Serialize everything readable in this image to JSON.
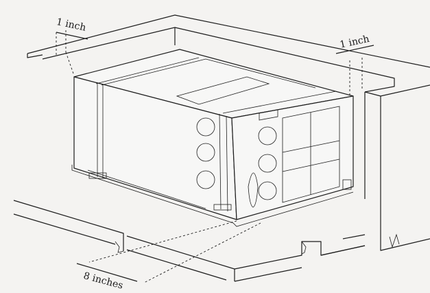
{
  "diagram": {
    "labels": {
      "left_clearance": "1 inch",
      "right_clearance": "1 inch",
      "curb_height": "8 inches"
    },
    "colors": {
      "background": "#f4f3f1",
      "line": "#1c1c1c"
    }
  }
}
